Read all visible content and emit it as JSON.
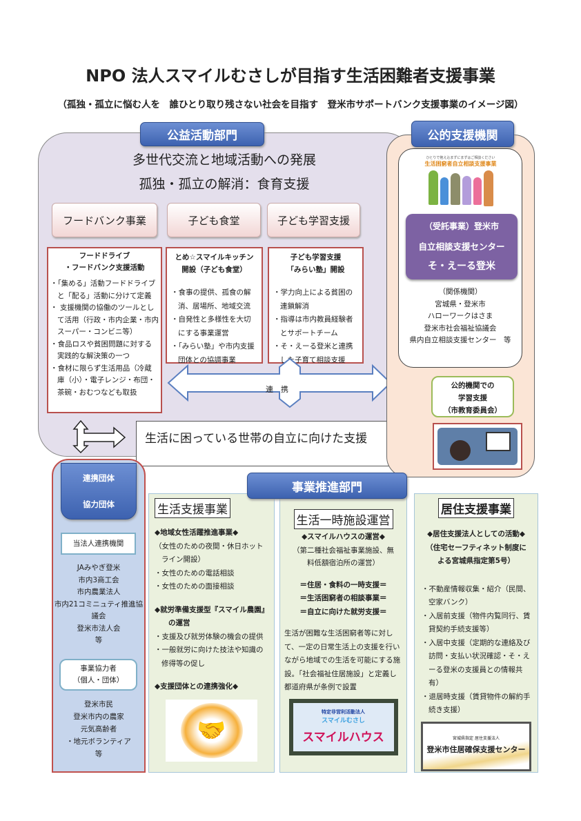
{
  "title": "NPO 法人スマイルむさしが目指す生活困難者支援事業",
  "subtitle": "（孤独・孤立に悩む人を　誰ひとり取り残さない社会を目指す　登米市サポートバンク支援事業のイメージ図）",
  "public_dept": {
    "label": "公益活動部門",
    "heading1": "多世代交流と地域活動への発展",
    "heading2": "孤独・孤立の解消：食育支援",
    "tabs": [
      "フードバンク事業",
      "子ども食堂",
      "子ども学習支援"
    ],
    "boxes": [
      {
        "title": [
          "フードドライブ",
          "・フードバンク支援活動"
        ],
        "items": [
          "・「集める」活動フードドライブと「配る」活動に分けて定義",
          "・ 支援機関の協働のツールとして活用（行政・市内企業・市内スーパー・コンビニ等）",
          "・食品ロスや貧困問題に対する実践的な解決策の一つ",
          "・食材に限らず生活用品（冷蔵庫（小）・電子レンジ・布団・茶碗・おむつなども取扱"
        ]
      },
      {
        "title": [
          "とめ☆スマイルキッチン",
          "開設（子ども食堂）"
        ],
        "items": [
          "・食事の提供、孤食の解消、居場所、地域交流",
          "・自発性と多様性を大切にする事業運営",
          "・「みらい塾」や市内支援団体との協調事業"
        ]
      },
      {
        "title": [
          "子ども学習支援",
          "「みらい塾」開設"
        ],
        "items": [
          "・学力向上による貧困の連鎖解消",
          "・指導は市内教員経験者とサポートチーム",
          "・そ・えーる登米と連携した子育て相談支援"
        ]
      }
    ],
    "arrow_label": "連　携",
    "support_text": "生活に困っている世帯の自立に向けた支援"
  },
  "public_agency": {
    "label": "公的支援機関",
    "poster_sub": "ひとりで抱え込まずにまずはご相談ください",
    "poster_title": "生活困窮者自立相談支援事業",
    "center": [
      "（受託事業）登米市",
      "自立相談支援センター",
      "そ・えーる登米"
    ],
    "related": [
      "（関係機関）",
      "宮城県・登米市",
      "ハローワークはさま",
      "登米市社会福祉協議会",
      "県内自立相談支援センター　等"
    ],
    "learning": [
      "公的機関での",
      "学習支援",
      "（市教育委員会）"
    ]
  },
  "partners": {
    "header": [
      "連携団体",
      "協力団体"
    ],
    "box1": "当法人連携機関",
    "list1": [
      "JAみやぎ登米",
      "市内3商工会",
      "市内農業法人",
      "市内21コミニュティ推進協議会",
      "登米市法人会",
      "等"
    ],
    "box2": [
      "事業協力者",
      "（個人・団体）"
    ],
    "list2": [
      "登米市民",
      "登米市内の農家",
      "元気高齢者",
      "・地元ボランティア",
      "等"
    ]
  },
  "business_dept": {
    "label": "事業推進部門",
    "col1": {
      "title": "生活支援事業",
      "s1": "◆地域女性活躍推進事業◆",
      "s1_items": [
        "（女性のための夜間・休日ホットライン開設）",
        "・女性のための電話相談",
        "・女性のための面接相談"
      ],
      "s2": "◆就労準備支援型『スマイル農園』の運営",
      "s2_items": [
        "・支援及び就労体験の機会の提供",
        "・一般就労に向けた技法や知識の修得等の促し"
      ],
      "s3": "◆支援団体との連携強化◆"
    },
    "col2": {
      "title": "生活一時施設運営",
      "s1": "◆スマイルハウスの運営◆",
      "s1_sub": "（第二種社会福祉事業施設、無料低額宿泊所の運営）",
      "points": [
        "＝住居・食料の一時支援＝",
        "＝生活困窮者の相談事業＝",
        "＝自立に向けた就労支援＝"
      ],
      "desc": "生活が困難な生活困窮者等に対して、一定の日常生活上の支援を行いながら地域での生活を可能にする施設。「社会福祉住居施設」と定義し都道府県が条例で設置",
      "sign_sub": "特定非営利活動法人",
      "sign_org": "スマイルむさし",
      "sign_main": "スマイルハウス"
    },
    "col3": {
      "title": "居住支援事業",
      "s1": "◆居住支援法人としての活動◆",
      "s1_sub": "（住宅セーフティネット制度による宮城県指定第5号）",
      "items": [
        "・不動産情報収集・紹介（民間、空家バンク）",
        "・入居前支援（物件内覧同行、賃貸契約手続支援等）",
        "・入居中支援（定期的な連絡及び訪問・支払い状況確認・そ・えーる登米の支援員との情報共有）",
        "・退居時支援（賃貸物件の解約手続き支援）"
      ],
      "sign_sub": "宮城県指定 居住支援法人",
      "sign_main": "登米市住居確保支援センター"
    }
  }
}
